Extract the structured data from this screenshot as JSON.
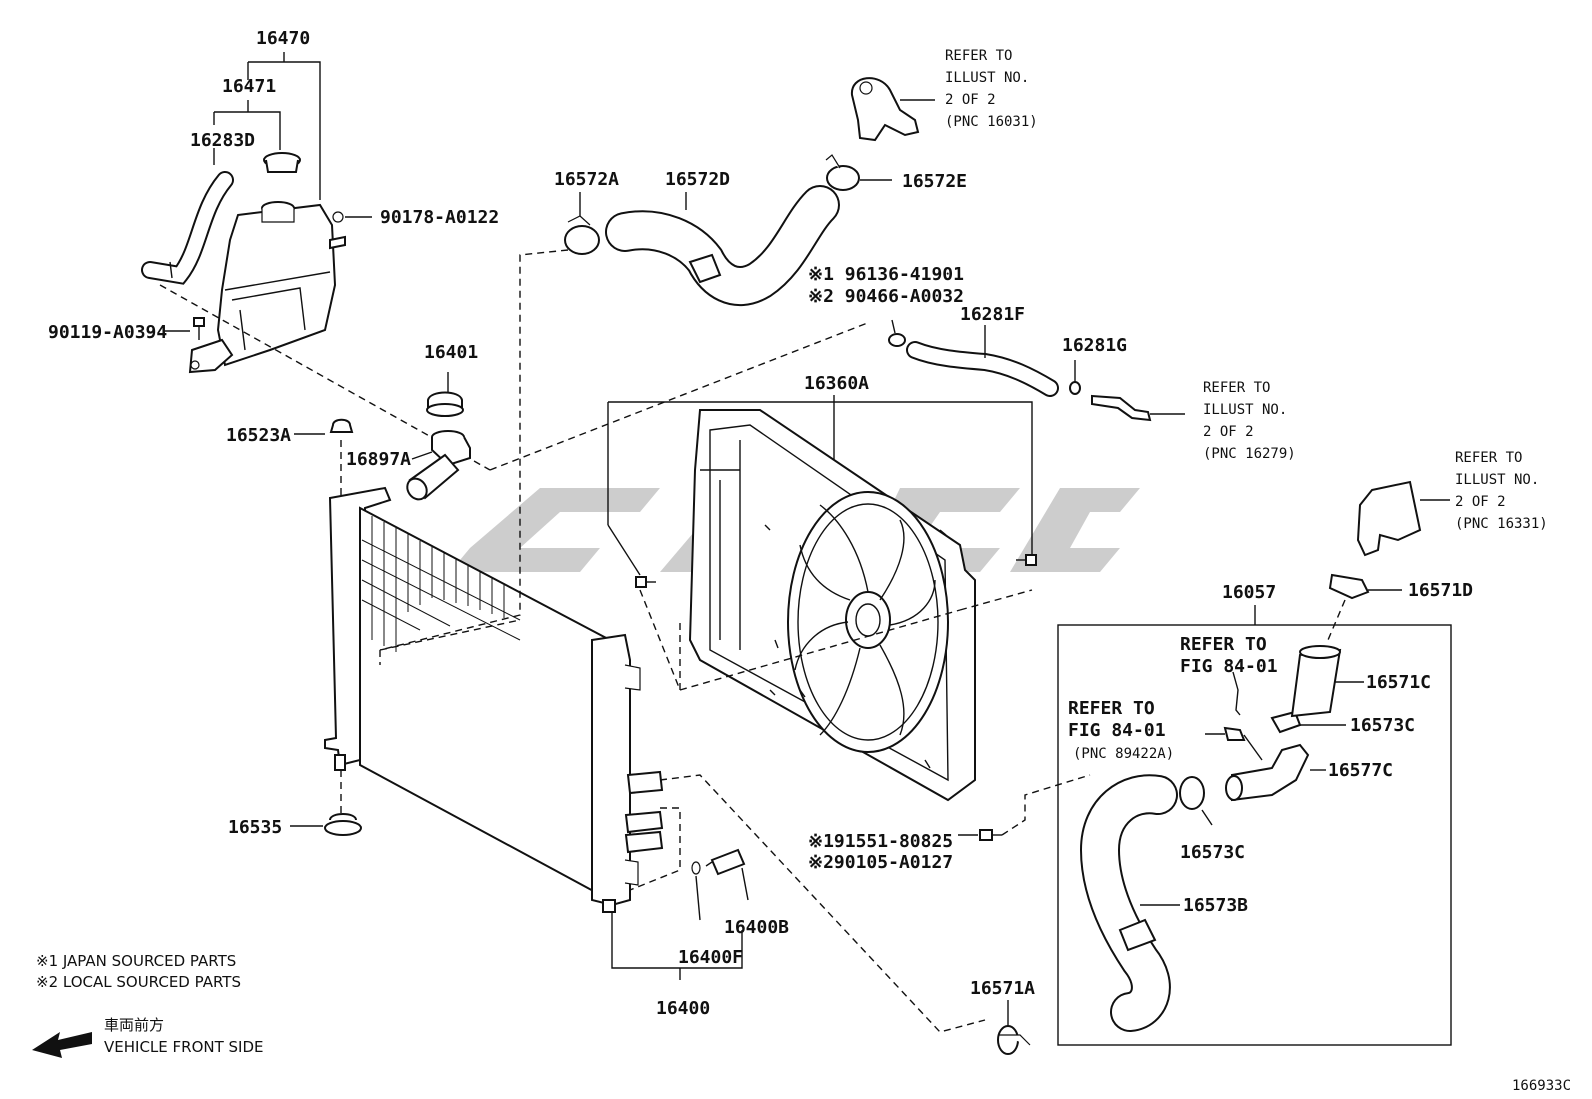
{
  "labels": {
    "p16470": "16470",
    "p16471": "16471",
    "p16283D": "16283D",
    "p90178": "90178-A0122",
    "p90119": "90119-A0394",
    "p16401": "16401",
    "p16523A": "16523A",
    "p16897A": "16897A",
    "p16535": "16535",
    "p16572A": "16572A",
    "p16572D": "16572D",
    "p16572E": "16572E",
    "p96136": "※1 96136-41901",
    "p90466": "※2 90466-A0032",
    "p16281F": "16281F",
    "p16281G": "16281G",
    "p16360A": "16360A",
    "p16057": "16057",
    "p16571D": "16571D",
    "p16571C": "16571C",
    "p16573C_a": "16573C",
    "p16577C": "16577C",
    "p16573C_b": "16573C",
    "p16573B": "16573B",
    "p16571A": "16571A",
    "p91551": "※191551-80825",
    "p90105": "※290105-A0127",
    "p16400B": "16400B",
    "p16400F": "16400F",
    "p16400": "16400"
  },
  "refers": {
    "r1": [
      "REFER TO",
      "ILLUST NO.",
      "2 OF 2",
      "(PNC 16031)"
    ],
    "r2": [
      "REFER TO",
      "ILLUST NO.",
      "2 OF 2",
      "(PNC 16279)"
    ],
    "r3": [
      "REFER TO",
      "ILLUST NO.",
      "2 OF 2",
      "(PNC 16331)"
    ],
    "fig1": [
      "REFER TO",
      "FIG 84-01"
    ],
    "fig2": [
      "REFER TO",
      "FIG 84-01",
      "(PNC 89422A)"
    ]
  },
  "legend": {
    "note1": "※1  JAPAN SOURCED PARTS",
    "note2": "※2  LOCAL SOURCED PARTS",
    "front_jp": "車両前方",
    "front_en": "VEHICLE FRONT SIDE"
  },
  "diagram_id": "166933C",
  "colors": {
    "line": "#111111",
    "watermark": "#c8c8c8",
    "background": "#ffffff"
  }
}
